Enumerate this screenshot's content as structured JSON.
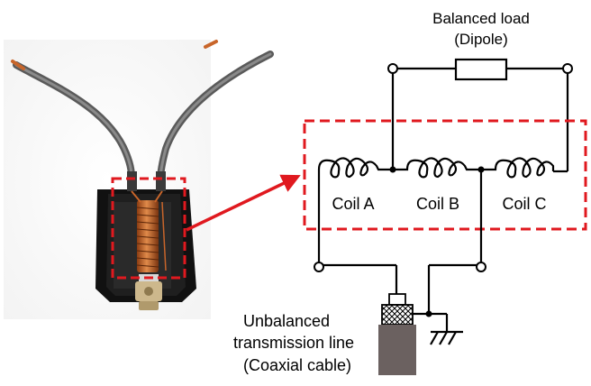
{
  "load": {
    "title": "Balanced load",
    "subtitle": "(Dipole)"
  },
  "coils": [
    {
      "label": "Coil A"
    },
    {
      "label": "Coil B"
    },
    {
      "label": "Coil C"
    }
  ],
  "line": {
    "title_1": "Unbalanced",
    "title_2": "transmission line",
    "subtitle": "(Coaxial cable)"
  },
  "colors": {
    "highlight": "#e0191f",
    "wire": "#000000",
    "cable_jacket": "#6b6160",
    "coil_copper": "#c8652a",
    "housing": "#141414",
    "lead_insulation": "#6e6e6e",
    "connector": "#c9b48a"
  },
  "icons": {
    "ground": "ground-symbol-icon",
    "resistor": "resistor-icon",
    "inductor": "inductor-icon"
  }
}
